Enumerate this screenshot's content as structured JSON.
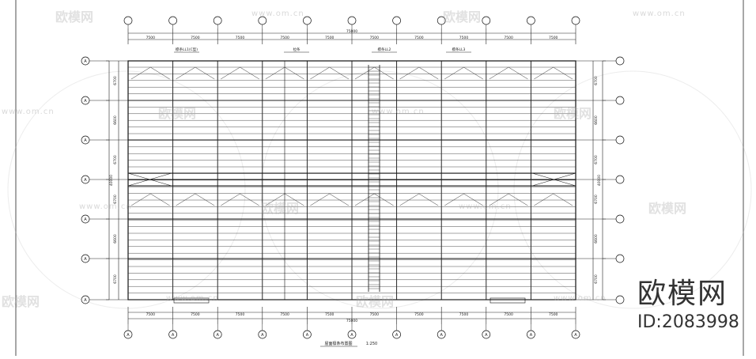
{
  "drawing": {
    "title": "屋面檩条布置图",
    "scale": "1:250",
    "bay_spacing": "7500",
    "total_length": "75000",
    "span_spacings_left": [
      "6700",
      "6600",
      "6700",
      "6700",
      "6600",
      "6700"
    ],
    "span_total": "40000",
    "grid_label": "A",
    "callouts": [
      "檩条LL1(C型)",
      "拉条",
      "檩条LL2",
      "檩条LL3"
    ]
  },
  "brand": {
    "name": "欧模网",
    "id": "ID:2083998"
  },
  "watermark": {
    "logo_text": "欧模网",
    "url_text": "www.om.cn"
  }
}
